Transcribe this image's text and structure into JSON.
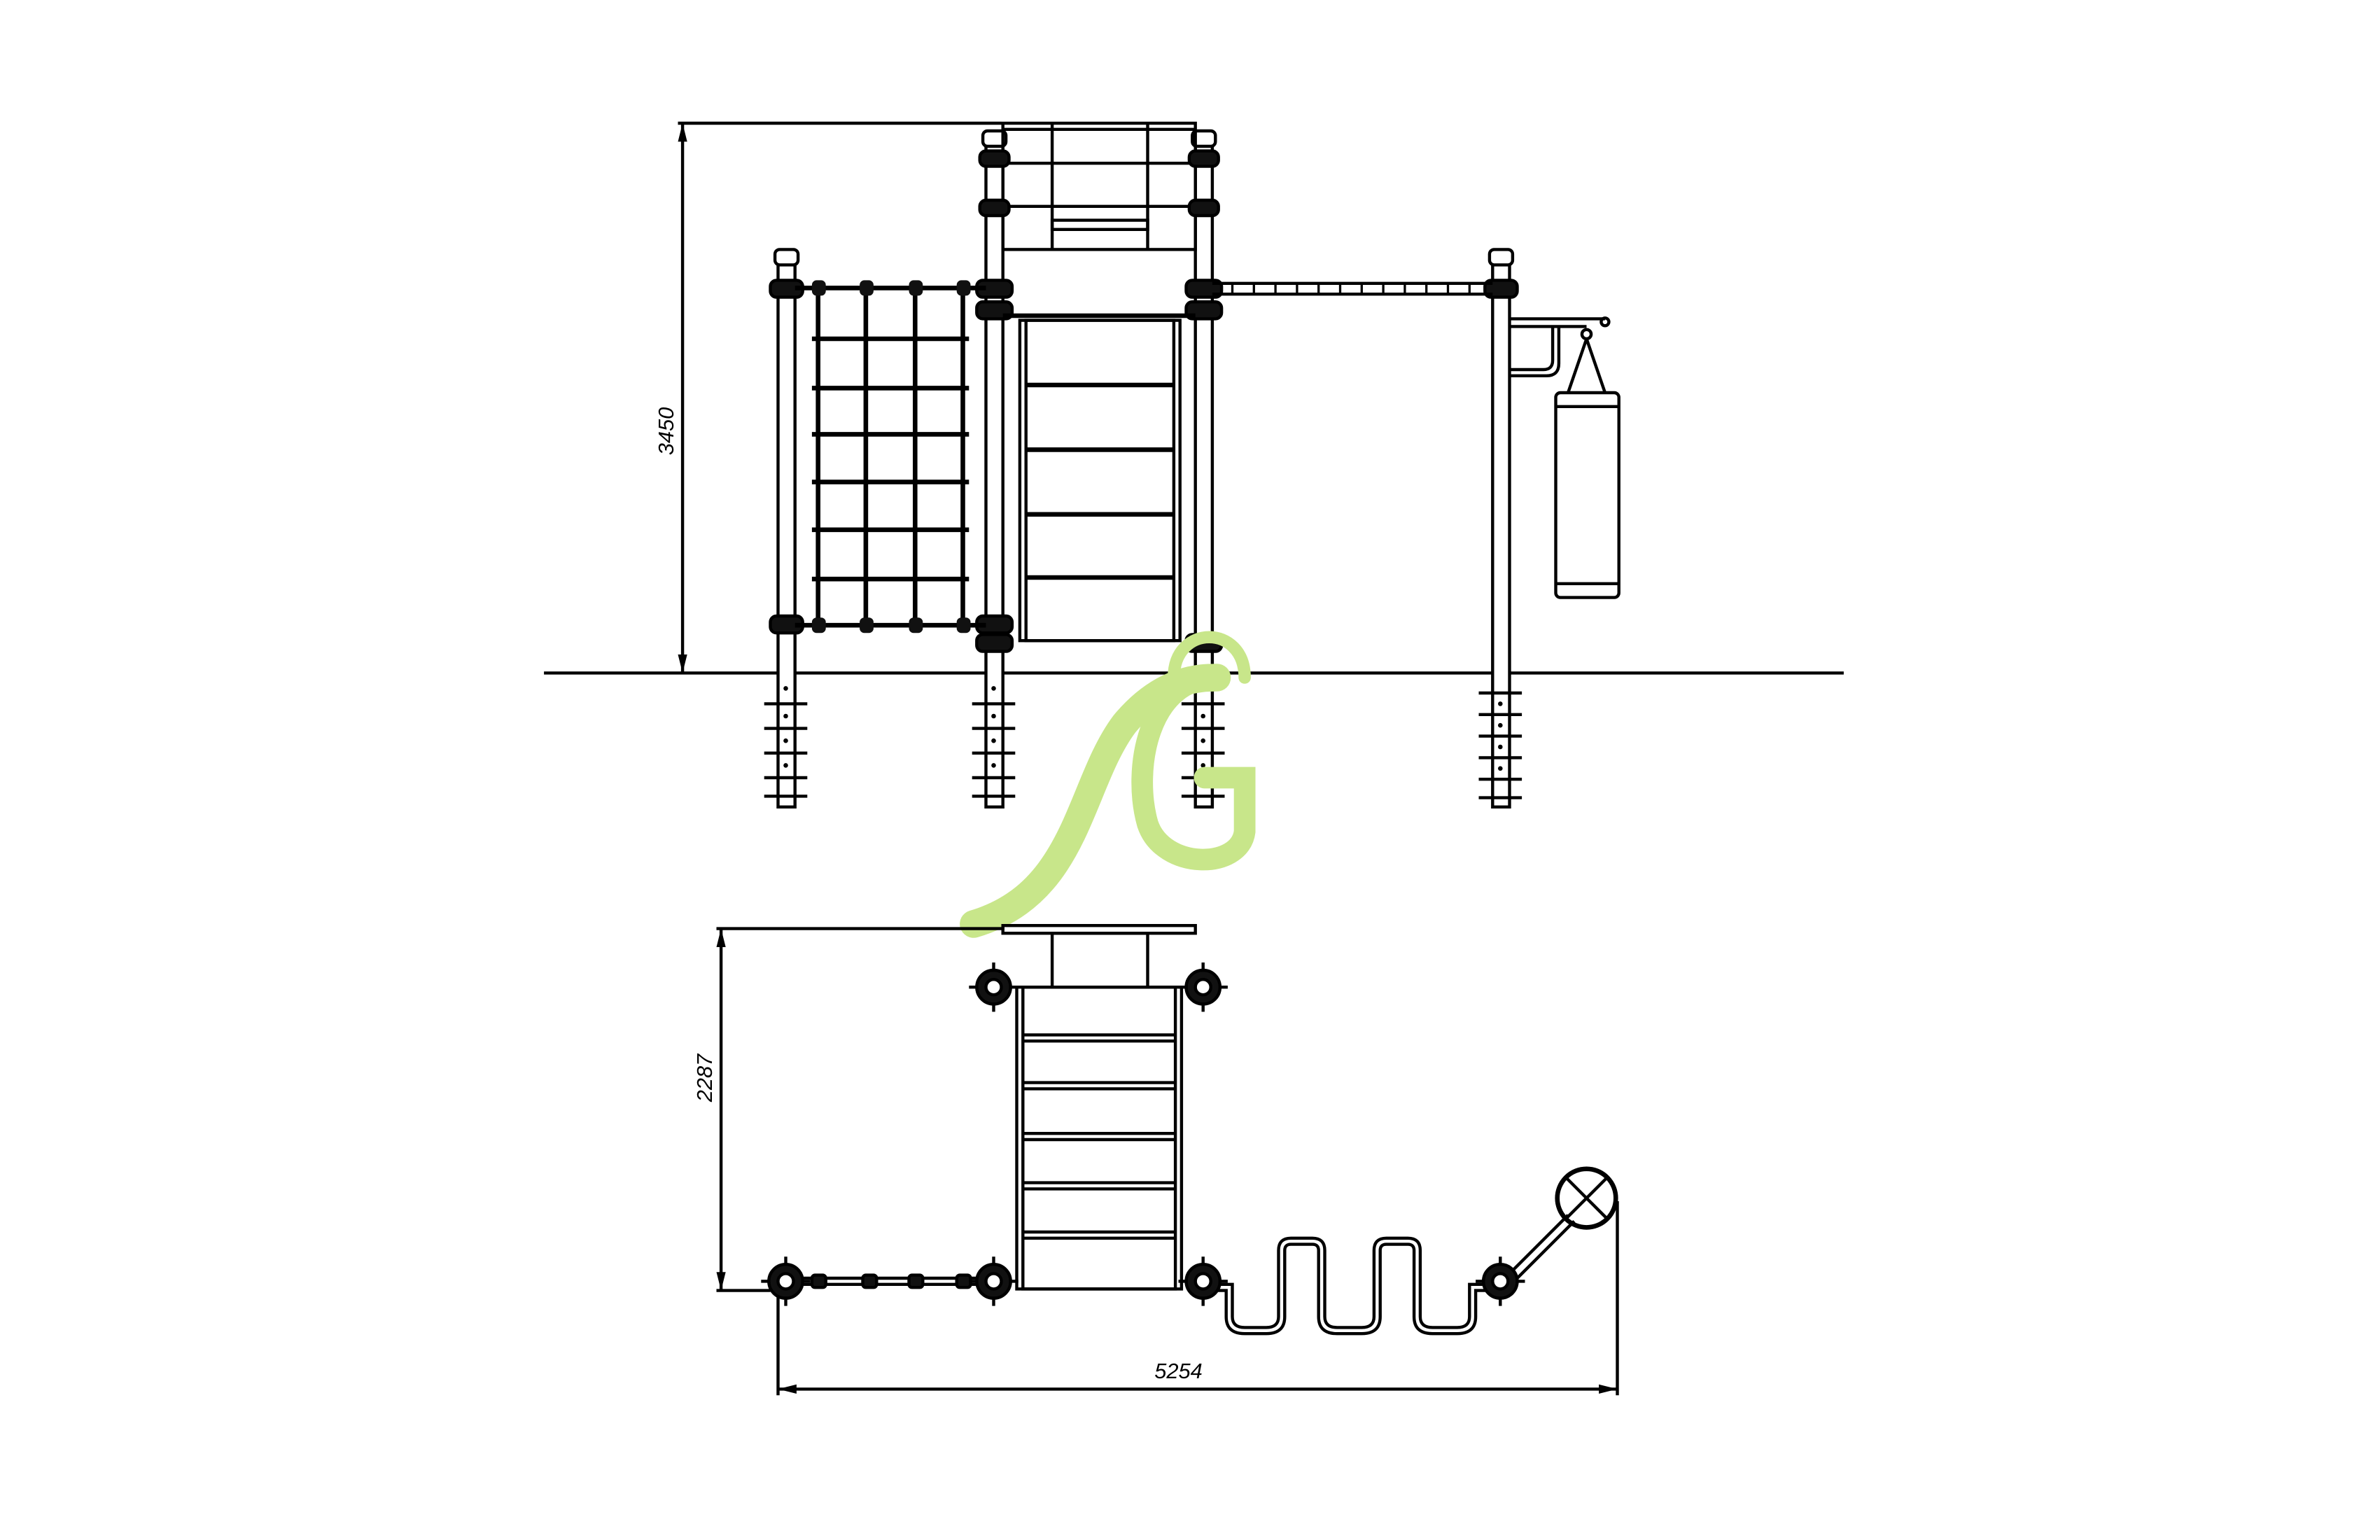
{
  "dimensions": {
    "height_label": "3450",
    "depth_label": "2287",
    "width_label": "5254"
  },
  "watermark": {
    "color": "#c8e68a"
  },
  "colors": {
    "line": "#000000",
    "background": "#ffffff"
  }
}
